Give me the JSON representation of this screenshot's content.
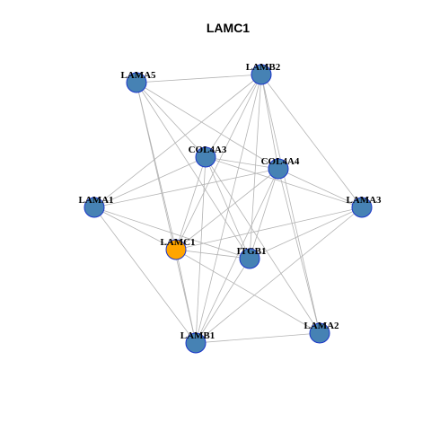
{
  "title": "LAMC1",
  "colors": {
    "node_fill": "#4682b4",
    "hub_fill": "#ffa500",
    "node_border": "#1a35c9",
    "edge": "#b3b3b3"
  },
  "nodes": [
    {
      "id": "LAMA5",
      "label": "LAMA5",
      "hub": false
    },
    {
      "id": "LAMB2",
      "label": "LAMB2",
      "hub": false
    },
    {
      "id": "COL4A3",
      "label": "COL4A3",
      "hub": false
    },
    {
      "id": "COL4A4",
      "label": "COL4A4",
      "hub": false
    },
    {
      "id": "LAMA1",
      "label": "LAMA1",
      "hub": false
    },
    {
      "id": "LAMA3",
      "label": "LAMA3",
      "hub": false
    },
    {
      "id": "LAMC1",
      "label": "LAMC1",
      "hub": true
    },
    {
      "id": "ITGB1",
      "label": "ITGB1",
      "hub": false
    },
    {
      "id": "LAMA2",
      "label": "LAMA2",
      "hub": false
    },
    {
      "id": "LAMB1",
      "label": "LAMB1",
      "hub": false
    }
  ],
  "edges": [
    [
      "LAMA5",
      "LAMB2"
    ],
    [
      "LAMA5",
      "COL4A3"
    ],
    [
      "LAMA5",
      "COL4A4"
    ],
    [
      "LAMA5",
      "LAMC1"
    ],
    [
      "LAMA5",
      "ITGB1"
    ],
    [
      "LAMA5",
      "LAMB1"
    ],
    [
      "LAMB2",
      "COL4A3"
    ],
    [
      "LAMB2",
      "COL4A4"
    ],
    [
      "LAMB2",
      "LAMA1"
    ],
    [
      "LAMB2",
      "LAMA3"
    ],
    [
      "LAMB2",
      "LAMC1"
    ],
    [
      "LAMB2",
      "ITGB1"
    ],
    [
      "LAMB2",
      "LAMA2"
    ],
    [
      "LAMB2",
      "LAMB1"
    ],
    [
      "COL4A3",
      "COL4A4"
    ],
    [
      "COL4A3",
      "LAMA1"
    ],
    [
      "COL4A3",
      "LAMA3"
    ],
    [
      "COL4A3",
      "LAMC1"
    ],
    [
      "COL4A3",
      "ITGB1"
    ],
    [
      "COL4A3",
      "LAMA2"
    ],
    [
      "COL4A3",
      "LAMB1"
    ],
    [
      "COL4A4",
      "LAMA1"
    ],
    [
      "COL4A4",
      "LAMA3"
    ],
    [
      "COL4A4",
      "LAMC1"
    ],
    [
      "COL4A4",
      "ITGB1"
    ],
    [
      "COL4A4",
      "LAMA2"
    ],
    [
      "COL4A4",
      "LAMB1"
    ],
    [
      "LAMA1",
      "LAMC1"
    ],
    [
      "LAMA1",
      "ITGB1"
    ],
    [
      "LAMA1",
      "LAMB1"
    ],
    [
      "LAMA3",
      "LAMC1"
    ],
    [
      "LAMA3",
      "ITGB1"
    ],
    [
      "LAMA3",
      "LAMB1"
    ],
    [
      "LAMC1",
      "ITGB1"
    ],
    [
      "LAMC1",
      "LAMA2"
    ],
    [
      "LAMC1",
      "LAMB1"
    ],
    [
      "ITGB1",
      "LAMB1"
    ],
    [
      "LAMA2",
      "LAMB1"
    ]
  ]
}
